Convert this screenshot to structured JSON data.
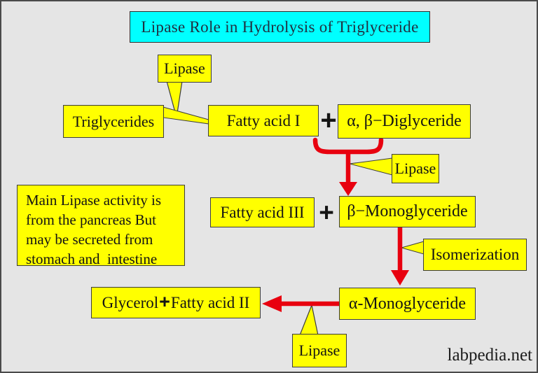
{
  "title": {
    "label": "Lipase Role in Hydrolysis of Triglyceride"
  },
  "colors": {
    "background": "#e5e5e5",
    "node_fill": "#ffff00",
    "title_fill": "#00ffff",
    "arrow_red": "#e8000f",
    "border": "#3c3c3c"
  },
  "nodes": {
    "lipase_top": {
      "label": "Lipase"
    },
    "triglycerides": {
      "label": "Triglycerides"
    },
    "fatty_acid_1": {
      "label": "Fatty acid I"
    },
    "plus_1": {
      "label": "+"
    },
    "diglyceride": {
      "label": "α, β−Diglyceride"
    },
    "lipase_mid": {
      "label": "Lipase"
    },
    "note": {
      "lines": [
        "Main Lipase activity is",
        "from the pancreas But",
        "may be secreted from",
        "stomach and  intestine"
      ]
    },
    "fatty_acid_3": {
      "label": "Fatty acid III"
    },
    "plus_2": {
      "label": "+"
    },
    "beta_monoglyceride": {
      "label": "β−Monoglyceride"
    },
    "isomerization": {
      "label": "Isomerization"
    },
    "alpha_monoglyceride": {
      "label": "α-Monoglyceride"
    },
    "glycerol_fatty_2": {
      "parts": [
        "Glycerol",
        "+",
        "Fatty acid II"
      ]
    },
    "lipase_bottom": {
      "label": "Lipase"
    }
  },
  "watermark": {
    "label": "labpedia.net"
  }
}
